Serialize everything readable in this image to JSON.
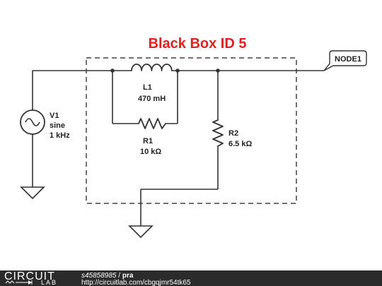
{
  "diagram": {
    "title": "Black Box ID 5",
    "node_label": "NODE1",
    "source": {
      "name": "V1",
      "type": "sine",
      "freq": "1 kHz"
    },
    "inductor": {
      "name": "L1",
      "value": "470 mH"
    },
    "r1": {
      "name": "R1",
      "value": "10 kΩ"
    },
    "r2": {
      "name": "R2",
      "value": "6.5 kΩ"
    }
  },
  "footer": {
    "brand": "CIRCUIT",
    "brand_sub": "LAB",
    "user": "s45858985",
    "separator": " / ",
    "project": "pra",
    "url": "http://circuitlab.com/cbgqjmr54tk65"
  },
  "colors": {
    "title": "#e02020",
    "footer_bg": "#2b2b2b",
    "wire": "#333333"
  }
}
